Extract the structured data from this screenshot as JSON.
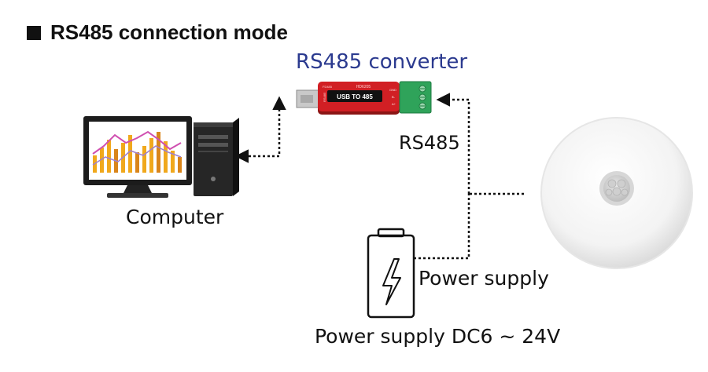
{
  "title": "RS485 connection mode",
  "labels": {
    "converter": "RS485 converter",
    "computer": "Computer",
    "rs485": "RS485",
    "power_supply": "Power supply",
    "power_supply_spec": "Power supply DC6 ~ 24V"
  },
  "device_text": {
    "converter_center": "USB TO 485",
    "converter_model": "HD6205",
    "converter_top_left": "FD485",
    "pin_gnd": "GND",
    "pin_b": "B-",
    "pin_a": "A+",
    "side_label": "RS485"
  },
  "colors": {
    "title": "#111111",
    "converter_label": "#2b3a8f",
    "converter_body": "#d11f24",
    "terminal_block": "#2fa35a",
    "chart_bars": "#f0a81c",
    "chart_line": "#d04fb0"
  },
  "icons": {
    "computer": "desktop-computer-icon",
    "converter": "usb-rs485-converter-icon",
    "battery": "battery-lightning-icon",
    "sensor": "pir-sensor-icon"
  }
}
